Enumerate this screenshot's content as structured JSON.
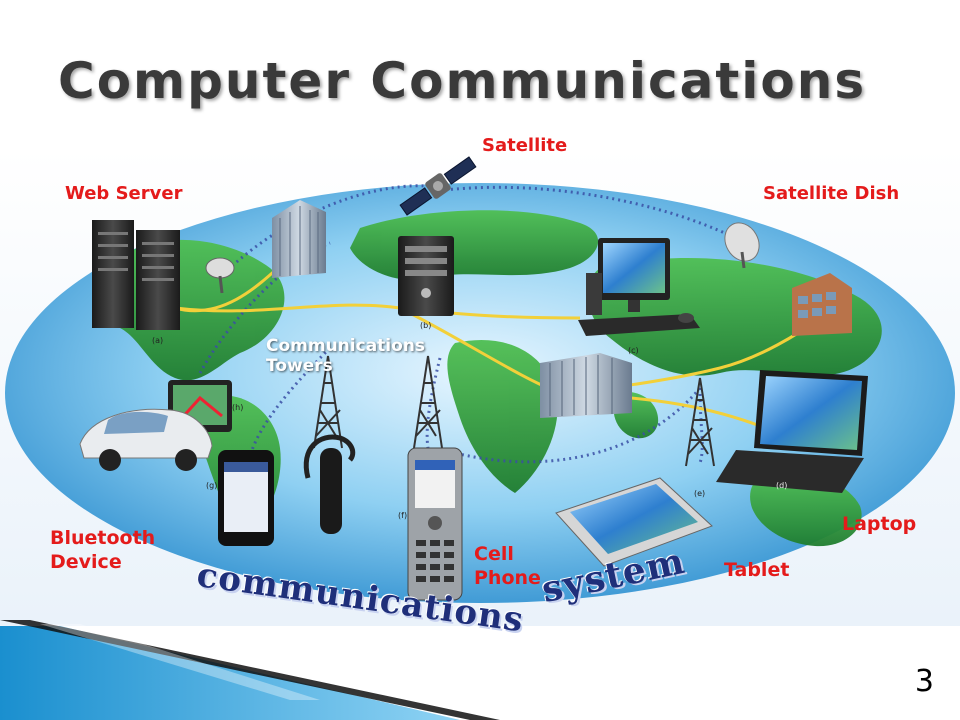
{
  "slide": {
    "title": "Computer Communications",
    "page_number": "3"
  },
  "labels": {
    "satellite": "Satellite",
    "web_server": "Web Server",
    "satellite_dish": "Satellite Dish",
    "communications_towers_line1": "Communications",
    "communications_towers_line2": "Towers",
    "bluetooth_line1": "Bluetooth",
    "bluetooth_line2": "Device",
    "cell_phone_line1": "Cell",
    "cell_phone_line2": "Phone",
    "tablet": "Tablet",
    "laptop": "Laptop"
  },
  "wordart": {
    "communications": "communications",
    "system": "system"
  },
  "figure_letters": [
    "(a)",
    "(b)",
    "(c)",
    "(d)",
    "(e)",
    "(f)",
    "(g)",
    "(h)"
  ],
  "colors": {
    "label_red": "#e41b1b",
    "ocean": "#4aa6dc",
    "land": "#2e9a3e",
    "footer_blue": "#1a8fcf"
  },
  "icons": [
    "satellite-icon",
    "web-server-icon",
    "satellite-dish-icon",
    "building-icon",
    "tower-icon",
    "bluetooth-headset-icon",
    "smartphone-icon",
    "cell-phone-icon",
    "tablet-icon",
    "laptop-icon",
    "desktop-computer-icon",
    "gps-device-icon",
    "car-icon"
  ]
}
